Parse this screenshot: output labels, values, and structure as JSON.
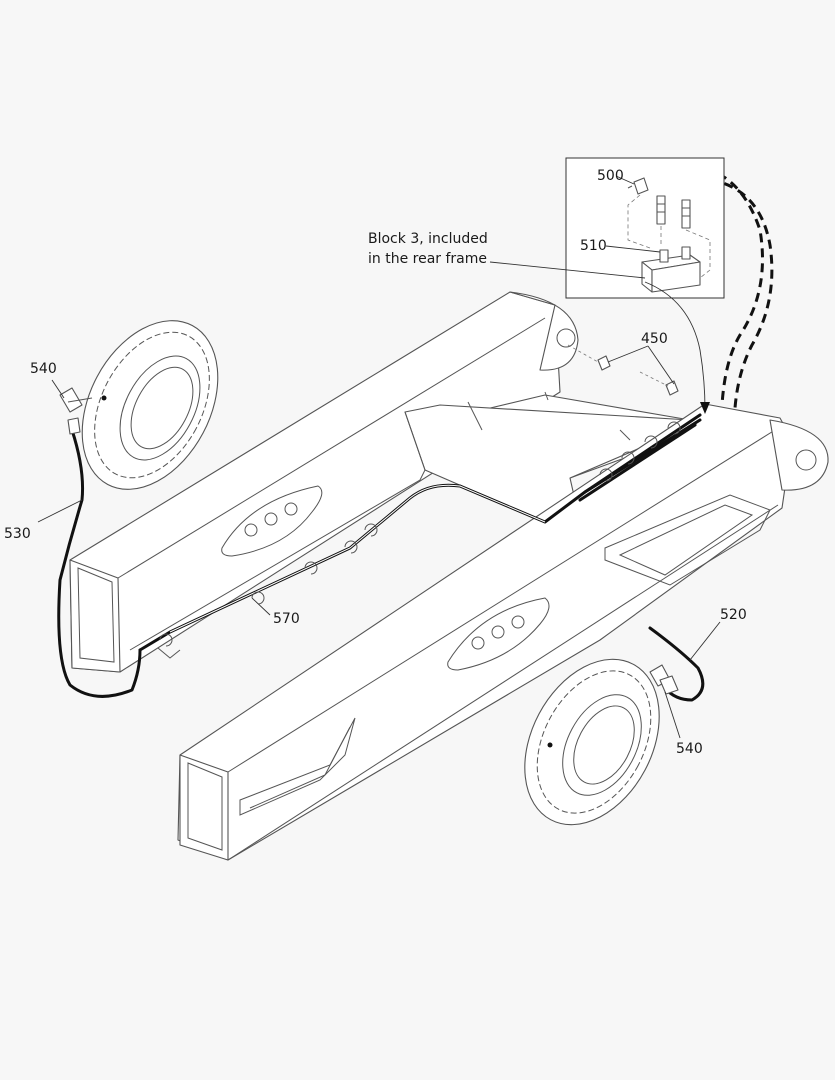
{
  "callouts": {
    "c500": "500",
    "c510": "510",
    "block_note_line1": "Block 3, included",
    "block_note_line2": "in the rear frame",
    "c450": "450",
    "c540_left": "540",
    "c530": "530",
    "c570": "570",
    "c520": "520",
    "c540_right": "540"
  }
}
